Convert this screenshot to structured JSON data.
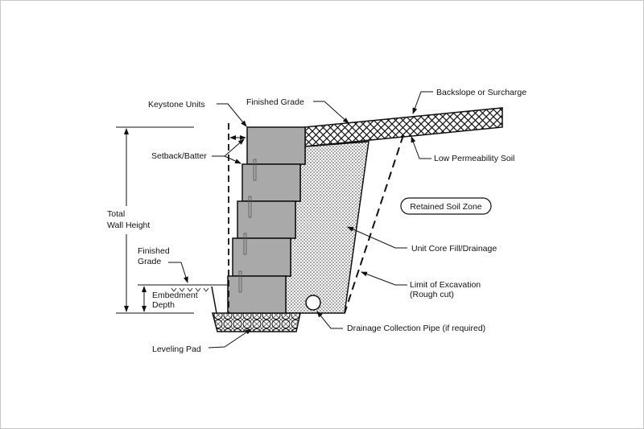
{
  "labels": {
    "keystone_units": "Keystone Units",
    "finished_grade_top": "Finished Grade",
    "backslope": "Backslope or Surcharge",
    "setback": "Setback/Batter",
    "low_permeability": "Low Permeability Soil",
    "retained_soil_zone": "Retained Soil Zone",
    "total_line1": "Total",
    "total_line2": "Wall Height",
    "unit_core_fill": "Unit Core Fill/Drainage",
    "finished_grade_left_1": "Finished",
    "finished_grade_left_2": "Grade",
    "limit_1": "Limit of Excavation",
    "limit_2": "(Rough cut)",
    "embedment_1": "Embedment",
    "embedment_2": "Depth",
    "drainage_pipe": "Drainage Collection Pipe (if required)",
    "leveling_pad": "Leveling Pad"
  },
  "colors": {
    "block": "#a9a9a9",
    "line": "#111111",
    "border": "#c8c8c8"
  }
}
